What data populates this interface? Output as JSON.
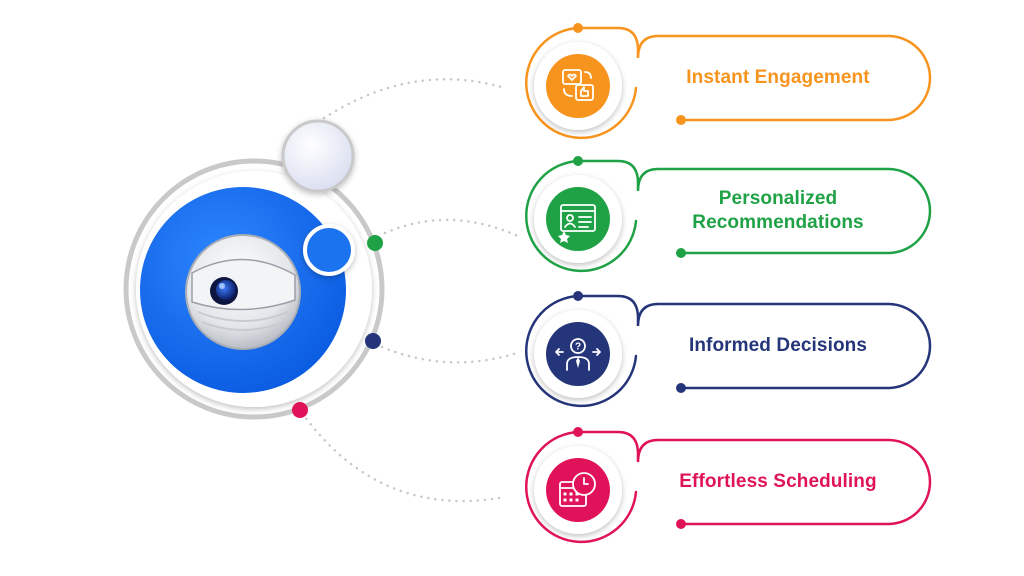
{
  "features": [
    {
      "id": "engagement",
      "lines": [
        "Instant Engagement"
      ],
      "color": "#F7941D",
      "icon": "chat-heart-thumbs-up-icon"
    },
    {
      "id": "recommendations",
      "lines": [
        "Personalized",
        "Recommendations"
      ],
      "color": "#1FA245",
      "icon": "profile-card-list-icon"
    },
    {
      "id": "decisions",
      "lines": [
        "Informed Decisions"
      ],
      "color": "#25357A",
      "icon": "person-question-arrows-icon"
    },
    {
      "id": "scheduling",
      "lines": [
        "Effortless Scheduling"
      ],
      "color": "#E0135A",
      "icon": "calendar-clock-icon"
    }
  ],
  "hub": {
    "icon": "chatbot-robot-eye-icon",
    "accent": "#1E73F0"
  }
}
